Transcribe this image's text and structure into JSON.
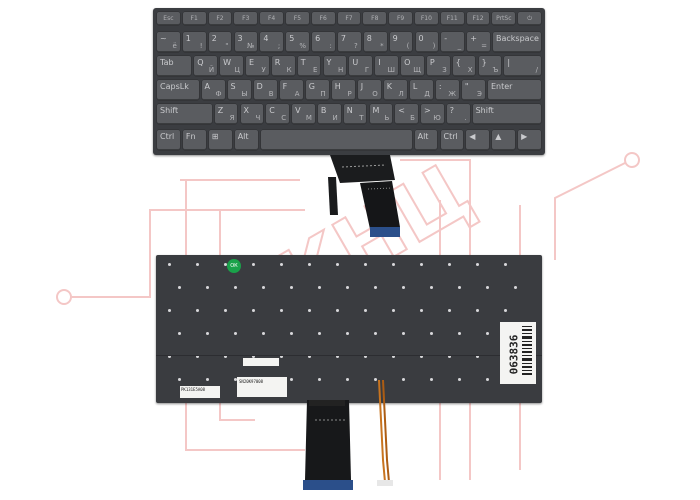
{
  "watermark": {
    "text": "КНЦ",
    "color": "#f4c7c6"
  },
  "front_keyboard": {
    "color": "#3b3d41",
    "rows": [
      [
        {
          "p": "Esc"
        },
        {
          "p": "F1"
        },
        {
          "p": "F2"
        },
        {
          "p": "F3"
        },
        {
          "p": "F4"
        },
        {
          "p": "F5"
        },
        {
          "p": "F6"
        },
        {
          "p": "F7"
        },
        {
          "p": "F8"
        },
        {
          "p": "F9"
        },
        {
          "p": "F10"
        },
        {
          "p": "F11"
        },
        {
          "p": "F12"
        },
        {
          "p": "PrtSc"
        },
        {
          "p": "⏻"
        }
      ],
      [
        {
          "p": "~",
          "s": "ё"
        },
        {
          "p": "1",
          "s": "!"
        },
        {
          "p": "2",
          "s": "\""
        },
        {
          "p": "3",
          "s": "№"
        },
        {
          "p": "4",
          "s": ";"
        },
        {
          "p": "5",
          "s": "%"
        },
        {
          "p": "6",
          "s": ":"
        },
        {
          "p": "7",
          "s": "?"
        },
        {
          "p": "8",
          "s": "*"
        },
        {
          "p": "9",
          "s": "("
        },
        {
          "p": "0",
          "s": ")"
        },
        {
          "p": "-",
          "s": "_"
        },
        {
          "p": "+",
          "s": "="
        },
        {
          "p": "Backspace"
        }
      ],
      [
        {
          "p": "Tab"
        },
        {
          "p": "Q",
          "s": "Й"
        },
        {
          "p": "W",
          "s": "Ц"
        },
        {
          "p": "E",
          "s": "У"
        },
        {
          "p": "R",
          "s": "К"
        },
        {
          "p": "T",
          "s": "Е"
        },
        {
          "p": "Y",
          "s": "Н"
        },
        {
          "p": "U",
          "s": "Г"
        },
        {
          "p": "I",
          "s": "Ш"
        },
        {
          "p": "O",
          "s": "Щ"
        },
        {
          "p": "P",
          "s": "З"
        },
        {
          "p": "{",
          "s": "Х"
        },
        {
          "p": "}",
          "s": "Ъ"
        },
        {
          "p": "|",
          "s": "/"
        }
      ],
      [
        {
          "p": "CapsLk"
        },
        {
          "p": "A",
          "s": "Ф"
        },
        {
          "p": "S",
          "s": "Ы"
        },
        {
          "p": "D",
          "s": "В"
        },
        {
          "p": "F",
          "s": "А"
        },
        {
          "p": "G",
          "s": "П"
        },
        {
          "p": "H",
          "s": "Р"
        },
        {
          "p": "J",
          "s": "О"
        },
        {
          "p": "K",
          "s": "Л"
        },
        {
          "p": "L",
          "s": "Д"
        },
        {
          "p": ":",
          "s": "Ж"
        },
        {
          "p": "\"",
          "s": "Э"
        },
        {
          "p": "Enter"
        }
      ],
      [
        {
          "p": "Shift"
        },
        {
          "p": "Z",
          "s": "Я"
        },
        {
          "p": "X",
          "s": "Ч"
        },
        {
          "p": "C",
          "s": "С"
        },
        {
          "p": "V",
          "s": "М"
        },
        {
          "p": "B",
          "s": "И"
        },
        {
          "p": "N",
          "s": "Т"
        },
        {
          "p": "M",
          "s": "Ь"
        },
        {
          "p": "<",
          "s": "Б"
        },
        {
          "p": ">",
          "s": "Ю"
        },
        {
          "p": "?",
          "s": "."
        },
        {
          "p": "Shift"
        }
      ],
      [
        {
          "p": "Ctrl"
        },
        {
          "p": "Fn"
        },
        {
          "p": "⊞"
        },
        {
          "p": "Alt"
        },
        {
          "p": ""
        },
        {
          "p": "Alt"
        },
        {
          "p": "Ctrl"
        },
        {
          "p": "◀"
        },
        {
          "p": "▲"
        },
        {
          "p": "▶"
        }
      ]
    ]
  },
  "back_keyboard": {
    "color": "#3a3c40",
    "sticker_badge": "ОК",
    "barcode_label_text": "063836",
    "label_small_1": "SN20K97008",
    "label_small_2": "PK131E5A08"
  }
}
